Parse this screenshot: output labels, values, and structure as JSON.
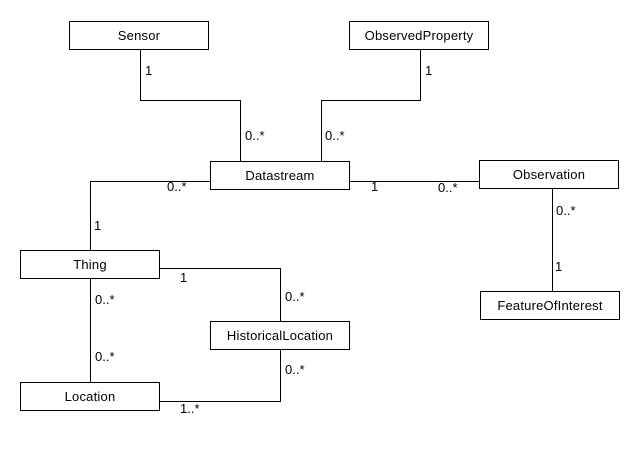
{
  "diagram": {
    "type": "uml-class-diagram",
    "background_color": "#ffffff",
    "line_color": "#000000",
    "text_color": "#000000",
    "entities": [
      {
        "id": "sensor",
        "label": "Sensor"
      },
      {
        "id": "observed-property",
        "label": "ObservedProperty"
      },
      {
        "id": "datastream",
        "label": "Datastream"
      },
      {
        "id": "observation",
        "label": "Observation"
      },
      {
        "id": "thing",
        "label": "Thing"
      },
      {
        "id": "historical-location",
        "label": "HistoricalLocation"
      },
      {
        "id": "location",
        "label": "Location"
      },
      {
        "id": "feature-of-interest",
        "label": "FeatureOfInterest"
      }
    ],
    "relationships": [
      {
        "from": "Sensor",
        "to": "Datastream",
        "from_mult": "1",
        "to_mult": "0..*"
      },
      {
        "from": "ObservedProperty",
        "to": "Datastream",
        "from_mult": "1",
        "to_mult": "0..*"
      },
      {
        "from": "Thing",
        "to": "Datastream",
        "from_mult": "1",
        "to_mult": "0..*"
      },
      {
        "from": "Datastream",
        "to": "Observation",
        "from_mult": "1",
        "to_mult": "0..*"
      },
      {
        "from": "Observation",
        "to": "FeatureOfInterest",
        "from_mult": "0..*",
        "to_mult": "1"
      },
      {
        "from": "Thing",
        "to": "HistoricalLocation",
        "from_mult": "1",
        "to_mult": "0..*"
      },
      {
        "from": "Thing",
        "to": "Location",
        "from_mult": "0..*",
        "to_mult": "0..*"
      },
      {
        "from": "Location",
        "to": "HistoricalLocation",
        "from_mult": "1..*",
        "to_mult": "0..*"
      }
    ]
  }
}
